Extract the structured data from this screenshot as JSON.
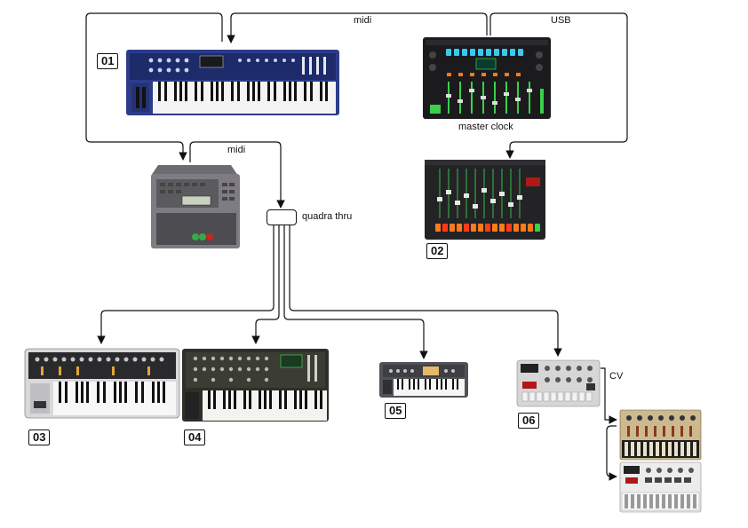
{
  "labels": {
    "midi_top": "midi",
    "usb": "USB",
    "master_clock": "master clock",
    "midi_mid": "midi",
    "quadra_thru": "quadra thru",
    "cv": "CV"
  },
  "badges": {
    "b01": "01",
    "b02": "02",
    "b03": "03",
    "b04": "04",
    "b05": "05",
    "b06": "06"
  },
  "colors": {
    "keyboard_blue": "#2c3c8a",
    "roland_green": "#39d04a",
    "roland_orange": "#ff7a1a",
    "roland_cyan": "#3ac8f0"
  }
}
